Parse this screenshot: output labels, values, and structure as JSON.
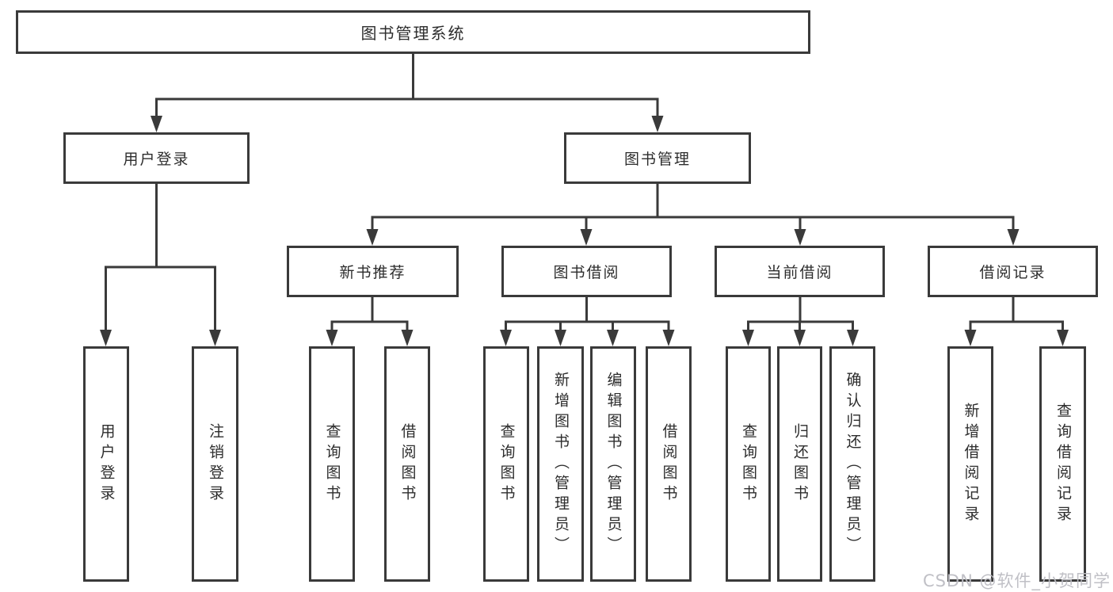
{
  "diagram": {
    "title": "图书管理系统",
    "root": {
      "label": "图书管理系统"
    },
    "branches": [
      {
        "label": "用户登录",
        "children": [
          "用户登录",
          "注销登录"
        ]
      },
      {
        "label": "图书管理",
        "groups": [
          {
            "label": "新书推荐",
            "children": [
              "查询图书",
              "借阅图书"
            ]
          },
          {
            "label": "图书借阅",
            "children": [
              "查询图书",
              "新增图书（管理员）",
              "编辑图书（管理员）",
              "借阅图书"
            ]
          },
          {
            "label": "当前借阅",
            "children": [
              "查询图书",
              "归还图书",
              "确认归还（管理员）"
            ]
          },
          {
            "label": "借阅记录",
            "children": [
              "新增借阅记录",
              "查询借阅记录"
            ]
          }
        ]
      }
    ]
  },
  "watermark": "CSDN @软件_小贺同学",
  "colors": {
    "line": "#3a3a3a",
    "border": "#3a3a3a",
    "text": "#2d2d2d",
    "background": "#ffffff",
    "watermark": "#bdbdc3"
  }
}
